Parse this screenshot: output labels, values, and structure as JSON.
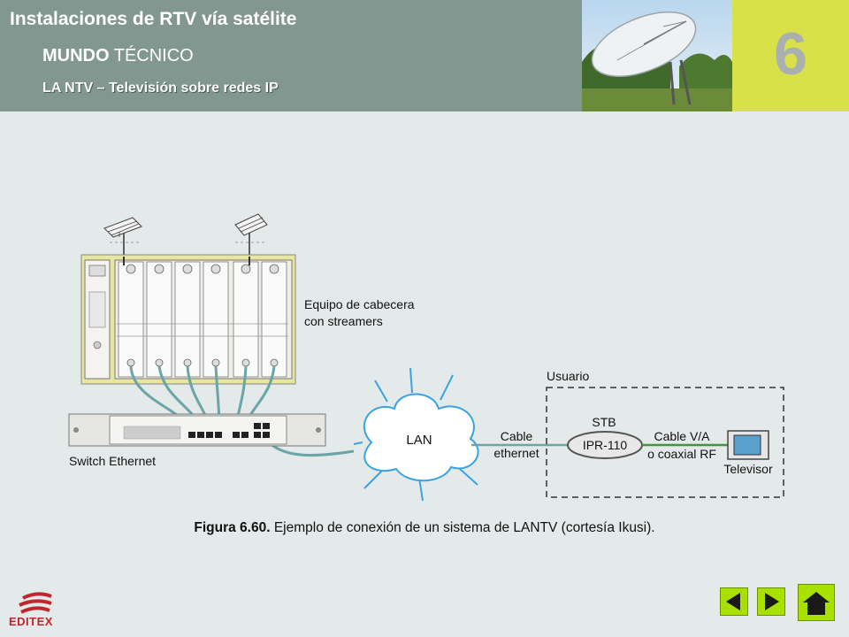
{
  "header": {
    "title": "Instalaciones de RTV vía satélite",
    "section_bold": "MUNDO",
    "section_rest": " TÉCNICO",
    "topic": "LA NTV – Televisión sobre redes IP",
    "chapter_number": "6"
  },
  "diagram": {
    "headend_label_line1": "Equipo de cabecera",
    "headend_label_line2": "con streamers",
    "switch_label": "Switch Ethernet",
    "lan_label": "LAN",
    "cable_label_line1": "Cable",
    "cable_label_line2": "ethernet",
    "user_box_label": "Usuario",
    "stb_label": "STB",
    "stb_model": "IPR-110",
    "av_cable_line1": "Cable V/A",
    "av_cable_line2": "o coaxial RF",
    "tv_label": "Televisor"
  },
  "caption": {
    "bold": "Figura 6.60.",
    "text": " Ejemplo de conexión de un sistema de LANTV (cortesía Ikusi)."
  },
  "footer": {
    "logo_text": "EDITEX"
  },
  "colors": {
    "header_band": "#829790",
    "chapter_tab": "#d8e04a",
    "nav_buttons": "#a8e000",
    "logo_red": "#c0262d",
    "ethernet_cable": "#6aa6a6",
    "av_cable": "#3a9a3a"
  },
  "icons": [
    "satellite-dish-photo",
    "antenna-icon",
    "prev-arrow-icon",
    "next-arrow-icon",
    "home-icon",
    "editex-logo"
  ]
}
